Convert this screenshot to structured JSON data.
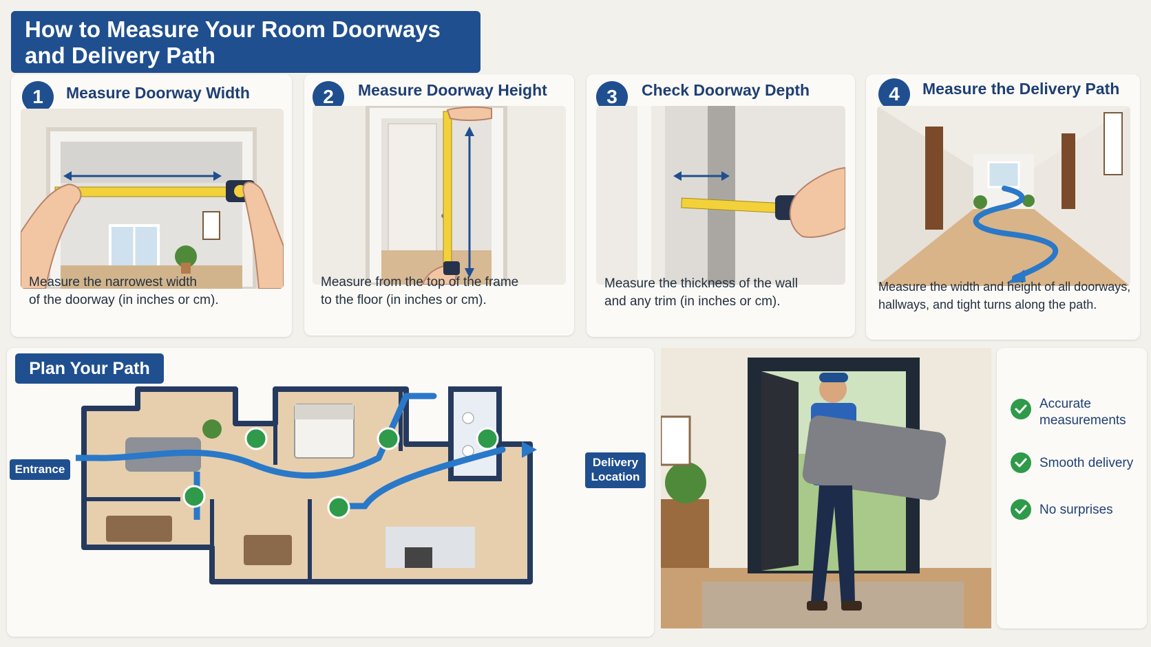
{
  "title": {
    "line1": "How to Measure Your Room Doorways",
    "line2": "and Delivery Path"
  },
  "steps": [
    {
      "number": "1",
      "title": "Measure Doorway Width",
      "desc_line1": "Measure the narrowest width",
      "desc_line2": "of the doorway (in inches or cm)."
    },
    {
      "number": "2",
      "title": "Measure Doorway Height",
      "desc_line1": "Measure from the top of the frame",
      "desc_line2": "to the floor (in inches or cm)."
    },
    {
      "number": "3",
      "title": "Check Doorway Depth",
      "desc_line1": "Measure the thickness of the wall",
      "desc_line2": "and any trim (in inches or cm)."
    },
    {
      "number": "4",
      "title": "Measure the Delivery Path",
      "desc_line1": "Measure the width and height of all doorways,",
      "desc_line2": "hallways, and tight turns along the path."
    }
  ],
  "plan": {
    "title": "Plan Your Path",
    "entrance_label": "Entrance",
    "delivery_label_line1": "Delivery",
    "delivery_label_line2": "Location"
  },
  "benefits": [
    {
      "line1": "Accurate",
      "line2": "measurements"
    },
    {
      "line1": "Smooth delivery",
      "line2": ""
    },
    {
      "line1": "No surprises",
      "line2": ""
    }
  ],
  "colors": {
    "brand_blue": "#1f4f8f",
    "path_blue": "#2a78c8",
    "check_green": "#2e9a4a",
    "tape_yellow": "#f2d13a"
  }
}
